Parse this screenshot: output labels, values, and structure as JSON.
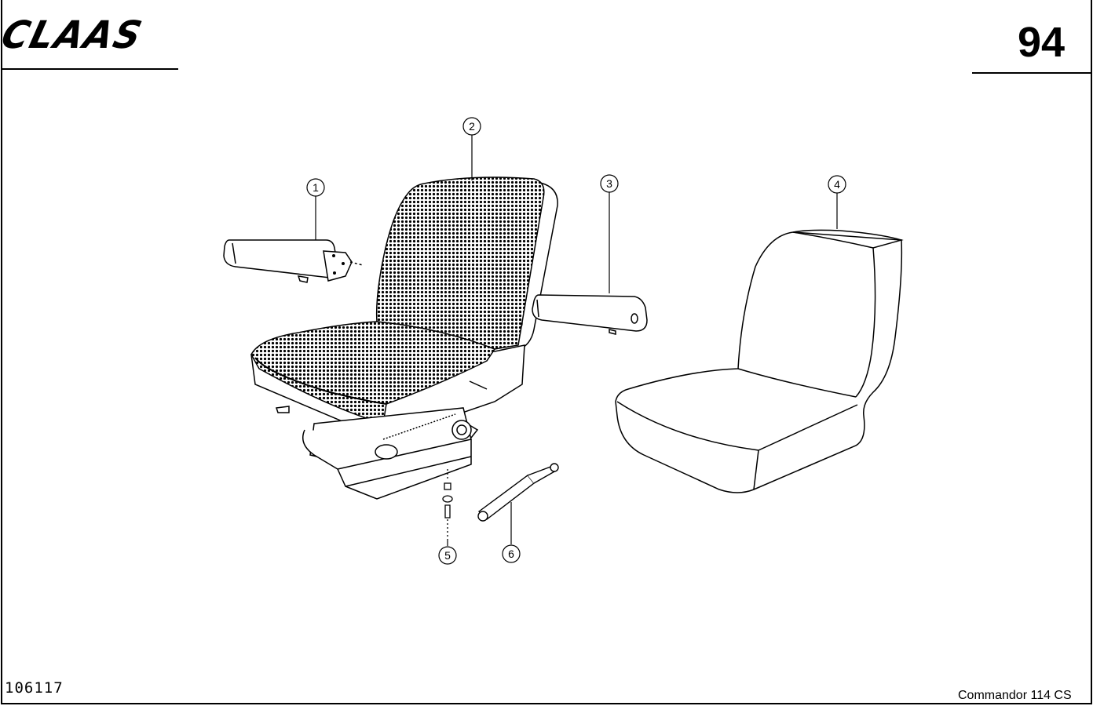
{
  "brand": {
    "name": "CLAAS"
  },
  "page_number": "94",
  "document_id": "106117",
  "model": "Commandor 114 CS",
  "callouts": [
    {
      "id": "c1",
      "label": "1",
      "part": "left-armrest"
    },
    {
      "id": "c2",
      "label": "2",
      "part": "driver-seat"
    },
    {
      "id": "c3",
      "label": "3",
      "part": "right-armrest"
    },
    {
      "id": "c4",
      "label": "4",
      "part": "seat-cover"
    },
    {
      "id": "c5",
      "label": "5",
      "part": "mounting-bolt"
    },
    {
      "id": "c6",
      "label": "6",
      "part": "gas-spring"
    }
  ]
}
